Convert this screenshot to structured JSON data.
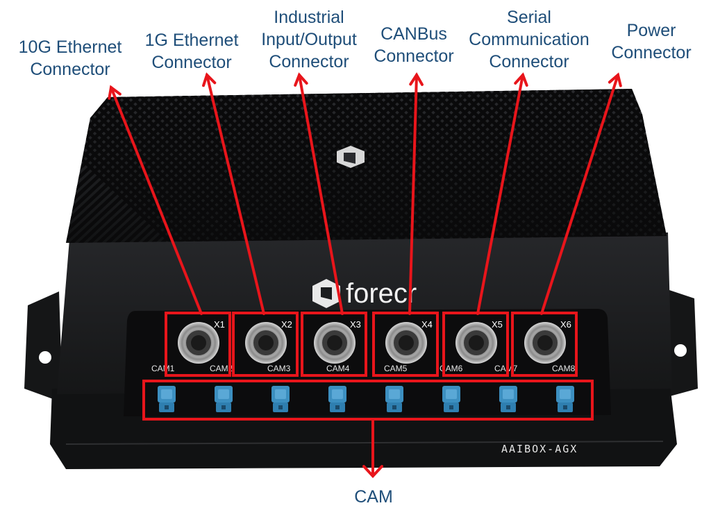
{
  "colors": {
    "label_text": "#1f4e79",
    "annotation_red": "#e8151b",
    "enclosure_body": "#1c1d1f",
    "enclosure_dark": "#0f1011",
    "camera_connector_blue": "#3c8fc0"
  },
  "callouts": [
    {
      "id": "x1",
      "text": "10G Ethernet\nConnector"
    },
    {
      "id": "x2",
      "text": "1G Ethernet\nConnector"
    },
    {
      "id": "x3",
      "text": "Industrial\nInput/Output\nConnector"
    },
    {
      "id": "x4",
      "text": "CANBus\nConnector"
    },
    {
      "id": "x5",
      "text": "Serial\nCommunication\nConnector"
    },
    {
      "id": "x6",
      "text": "Power\nConnector"
    }
  ],
  "cam_callout": "CAM",
  "device": {
    "brand": "forecr",
    "model": "AAIBOX-AGX",
    "port_labels": [
      "X1",
      "X2",
      "X3",
      "X4",
      "X5",
      "X6"
    ],
    "camera_labels": [
      "CAM1",
      "CAM2",
      "CAM3",
      "CAM4",
      "CAM5",
      "CAM6",
      "CAM7",
      "CAM8"
    ],
    "camera_connector_count": 8
  }
}
